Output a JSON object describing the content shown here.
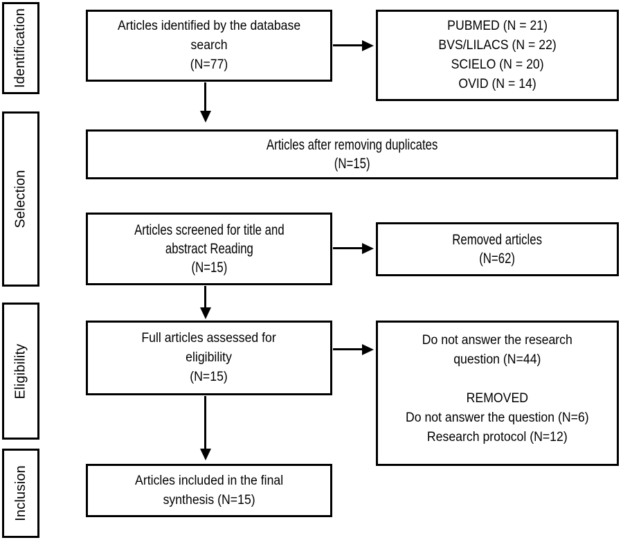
{
  "stages": [
    {
      "label": "Identification"
    },
    {
      "label": "Selection"
    },
    {
      "label": "Eligibility"
    },
    {
      "label": "Inclusion"
    }
  ],
  "boxes": {
    "identified": {
      "text": "Articles identified by the database\nsearch\n(N=77)"
    },
    "databases": {
      "text": "PUBMED (N = 21)\nBVS/LILACS (N = 22)\nSCIELO (N = 20)\nOVID (N = 14)"
    },
    "duplicates": {
      "text": "Articles after removing duplicates\n(N=15)"
    },
    "screened": {
      "text": "Articles screened for title and\nabstract Reading\n(N=15)"
    },
    "removed": {
      "text": "Removed articles\n(N=62)"
    },
    "assessed": {
      "text": "Full articles assessed for\neligibility\n(N=15)"
    },
    "excluded": {
      "text": "Do not answer the research\nquestion (N=44)\n\nREMOVED\nDo not answer the question (N=6)\nResearch protocol (N=12)"
    },
    "included": {
      "text": "Articles included in the final\nsynthesis (N=15)"
    }
  },
  "arrows": [
    {
      "from": "identified",
      "to": "databases",
      "direction": "right"
    },
    {
      "from": "identified",
      "to": "duplicates",
      "direction": "down"
    },
    {
      "from": "screened",
      "to": "removed",
      "direction": "right"
    },
    {
      "from": "screened",
      "to": "assessed",
      "direction": "down"
    },
    {
      "from": "assessed",
      "to": "excluded",
      "direction": "right"
    },
    {
      "from": "assessed",
      "to": "included",
      "direction": "down"
    }
  ],
  "colors": {
    "ink": "#000000",
    "background": "#ffffff"
  }
}
